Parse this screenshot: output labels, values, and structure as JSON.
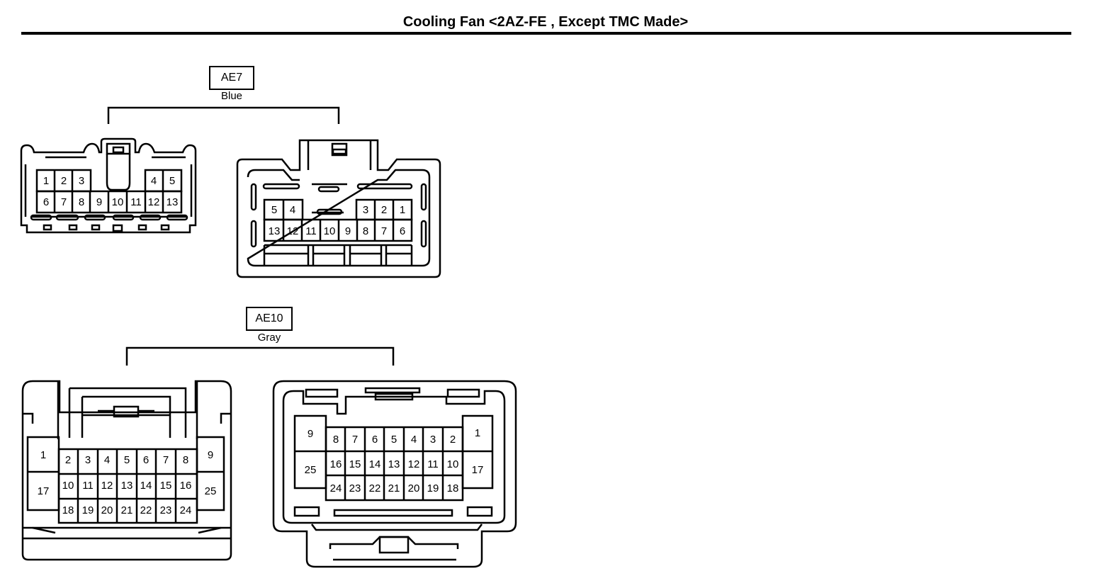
{
  "title": "Cooling Fan <2AZ-FE , Except TMC Made>",
  "connectors": [
    {
      "id": "AE7",
      "color": "Blue",
      "male_pins": [
        "1",
        "2",
        "3",
        "4",
        "5",
        "6",
        "7",
        "8",
        "9",
        "10",
        "11",
        "12",
        "13"
      ],
      "female_pins": [
        "5",
        "4",
        "3",
        "2",
        "1",
        "13",
        "12",
        "11",
        "10",
        "9",
        "8",
        "7",
        "6"
      ]
    },
    {
      "id": "AE10",
      "color": "Gray",
      "male_pins": [
        "1",
        "17",
        "2",
        "3",
        "4",
        "5",
        "6",
        "7",
        "8",
        "10",
        "11",
        "12",
        "13",
        "14",
        "15",
        "16",
        "18",
        "19",
        "20",
        "21",
        "22",
        "23",
        "24",
        "9",
        "25"
      ],
      "female_pins": [
        "9",
        "25",
        "8",
        "7",
        "6",
        "5",
        "4",
        "3",
        "2",
        "16",
        "15",
        "14",
        "13",
        "12",
        "11",
        "10",
        "24",
        "23",
        "22",
        "21",
        "20",
        "19",
        "18",
        "1",
        "17"
      ]
    }
  ]
}
